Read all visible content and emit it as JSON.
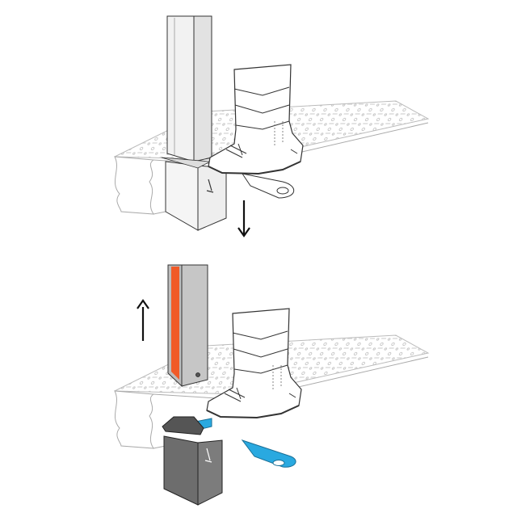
{
  "colors": {
    "background": "#ffffff",
    "outline": "#333333",
    "post_light": "#f2f2f2",
    "post_gray": "#bdbdbd",
    "stripe_orange": "#f05a28",
    "pedal_blue": "#29a9e0",
    "box_dark": "#6d6d6d",
    "deck_pattern": "#bbbbbb",
    "arrow": "#111111"
  },
  "panels": [
    {
      "state": "pressed",
      "arrow": "down"
    },
    {
      "state": "released",
      "arrow": "up"
    }
  ]
}
